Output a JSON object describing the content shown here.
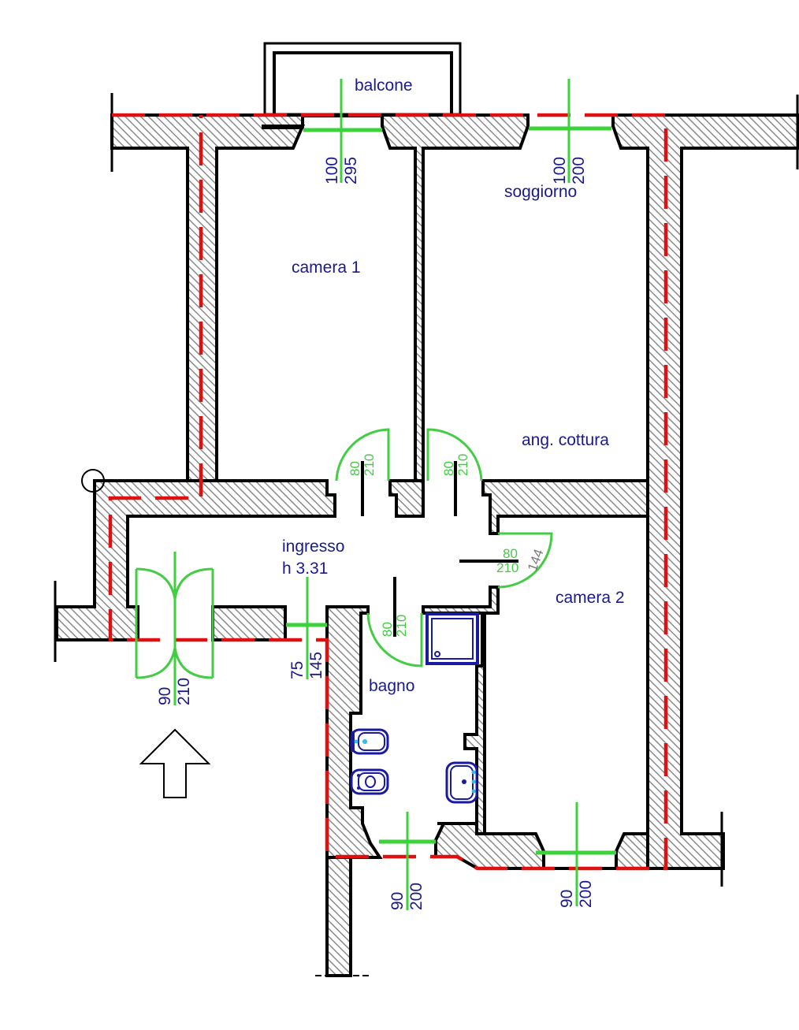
{
  "plan": {
    "rooms": [
      {
        "id": "balcone",
        "label": "balcone"
      },
      {
        "id": "camera1",
        "label": "camera 1"
      },
      {
        "id": "soggiorno",
        "label": "soggiorno"
      },
      {
        "id": "ang_cottura",
        "label": "ang. cottura"
      },
      {
        "id": "ingresso",
        "label": "ingresso"
      },
      {
        "id": "ingresso_height",
        "label": "h 3.31"
      },
      {
        "id": "camera2",
        "label": "camera 2"
      },
      {
        "id": "bagno",
        "label": "bagno"
      }
    ],
    "windows": [
      {
        "id": "balcony-door",
        "width": "100",
        "height": "295"
      },
      {
        "id": "soggiorno-window",
        "width": "100",
        "height": "200"
      },
      {
        "id": "entrance-door",
        "width": "90",
        "height": "210"
      },
      {
        "id": "ingresso-window",
        "width": "75",
        "height": "145"
      },
      {
        "id": "bagno-window",
        "width": "90",
        "height": "200"
      },
      {
        "id": "camera2-window",
        "width": "90",
        "height": "200"
      }
    ],
    "doors": [
      {
        "id": "camera1-door",
        "width": "80",
        "height": "210"
      },
      {
        "id": "soggiorno-door",
        "width": "80",
        "height": "210"
      },
      {
        "id": "camera2-door",
        "width": "80",
        "height": "210",
        "extra": "144"
      },
      {
        "id": "bagno-door",
        "width": "80",
        "height": "210"
      }
    ],
    "colors": {
      "wall_outline": "#000000",
      "wall_hatch": "#888888",
      "boundary": "#e01010",
      "openings": "#3cd23c",
      "labels": "#1a1a8c",
      "fixtures": "#1a1aa0"
    },
    "entrance_arrow": "arrow-up"
  }
}
